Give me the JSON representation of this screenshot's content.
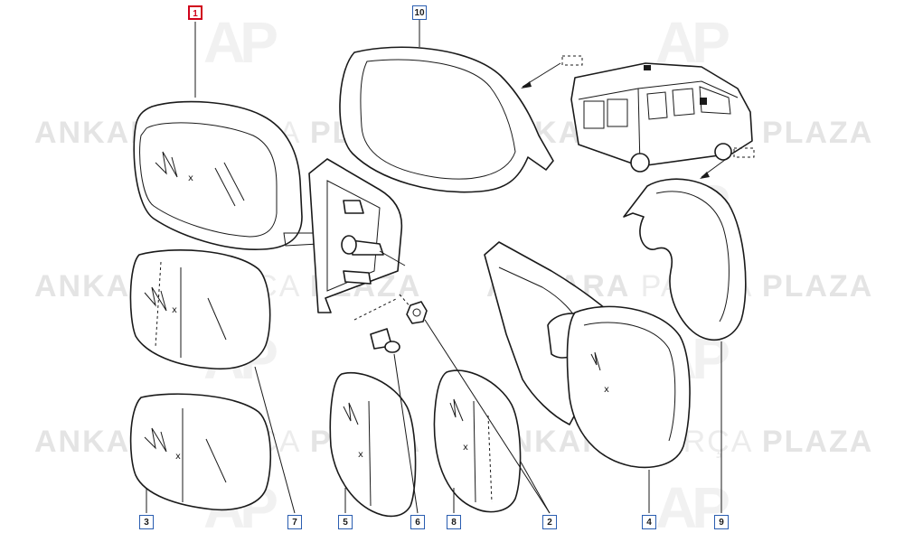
{
  "watermark": {
    "brand_left": "ANKARA",
    "brand_mid": "PARÇA",
    "brand_right": "PLAZA",
    "logo": "AP"
  },
  "callouts": [
    {
      "id": "1",
      "highlighted": true
    },
    {
      "id": "10",
      "highlighted": false
    },
    {
      "id": "3",
      "highlighted": false
    },
    {
      "id": "7",
      "highlighted": false
    },
    {
      "id": "5",
      "highlighted": false
    },
    {
      "id": "6",
      "highlighted": false
    },
    {
      "id": "8",
      "highlighted": false
    },
    {
      "id": "2",
      "highlighted": false
    },
    {
      "id": "4",
      "highlighted": false
    },
    {
      "id": "9",
      "highlighted": false
    }
  ],
  "glass_marks": {
    "x": "x"
  },
  "colors": {
    "callout_border": "#2a5db0",
    "highlight": "#d0021b",
    "line": "#1a1a1a",
    "watermark": "#e4e4e4"
  }
}
